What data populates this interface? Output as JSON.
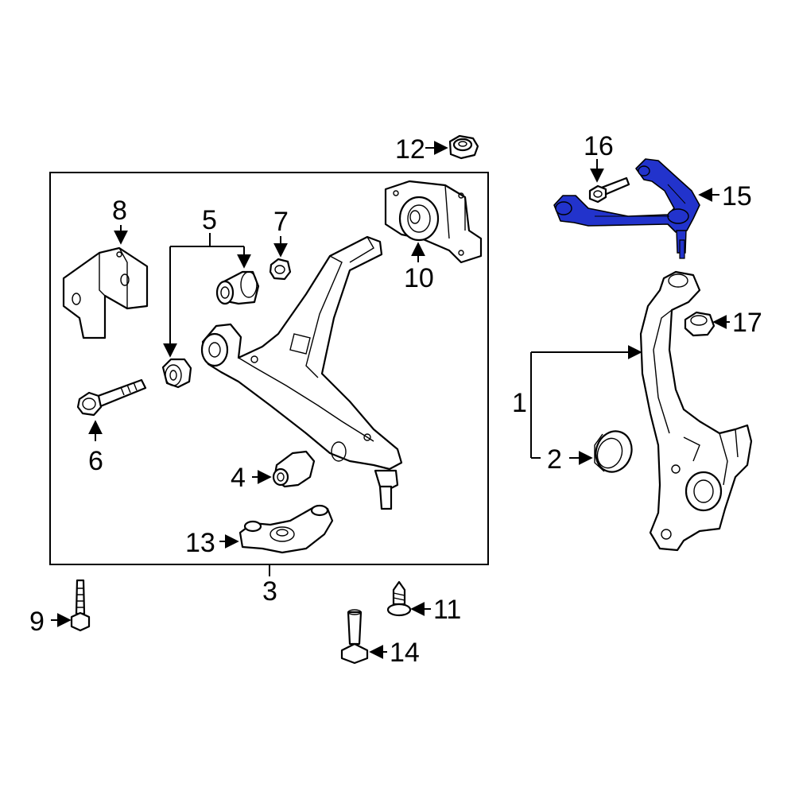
{
  "colors": {
    "highlight": "#2233cc",
    "line": "#000000",
    "background": "#ffffff"
  },
  "callouts": {
    "c1": "1",
    "c2": "2",
    "c3": "3",
    "c4": "4",
    "c5": "5",
    "c6": "6",
    "c7": "7",
    "c8": "8",
    "c9": "9",
    "c10": "10",
    "c11": "11",
    "c12": "12",
    "c13": "13",
    "c14": "14",
    "c15": "15",
    "c16": "16",
    "c17": "17"
  }
}
